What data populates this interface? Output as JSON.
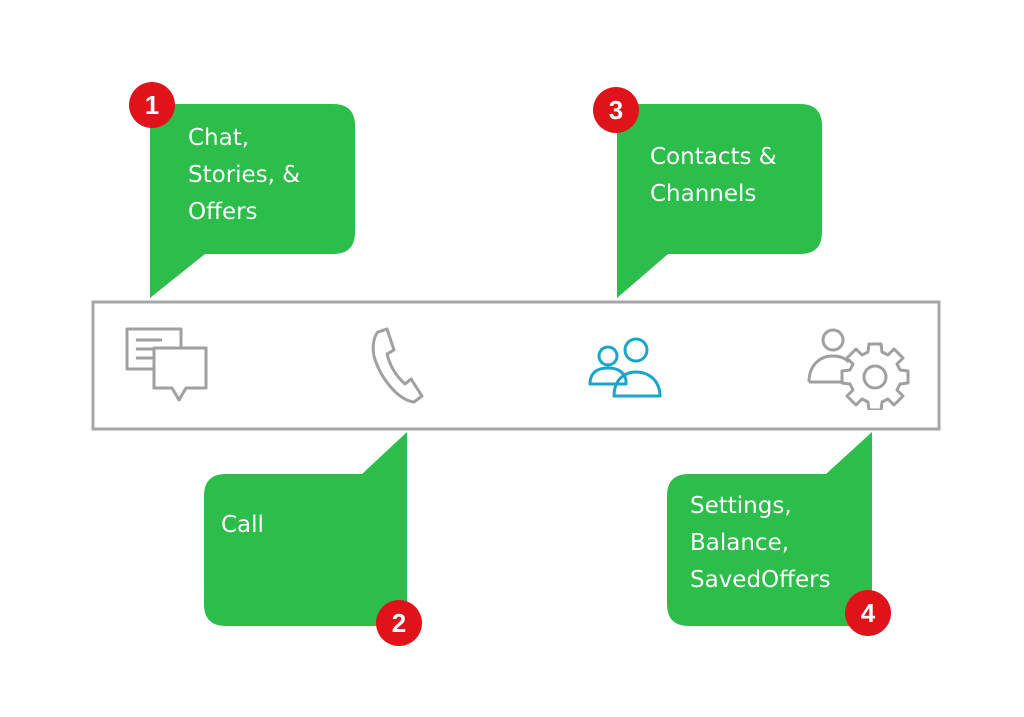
{
  "callouts": [
    {
      "number": "1",
      "text": "Chat,\nStories, &\nOffers",
      "icon": "chat-icon"
    },
    {
      "number": "2",
      "text": "Call",
      "icon": "phone-icon"
    },
    {
      "number": "3",
      "text": "Contacts &\nChannels",
      "icon": "contacts-icon"
    },
    {
      "number": "4",
      "text": "Settings,\nBalance,\nSavedOffers",
      "icon": "user-settings-icon"
    }
  ],
  "colors": {
    "callout_fill": "#2cbd4a",
    "badge_fill": "#e0131a",
    "icon_default": "#a0a0a0",
    "icon_active": "#1aa6c9",
    "bar_border": "#a6a6a6"
  }
}
